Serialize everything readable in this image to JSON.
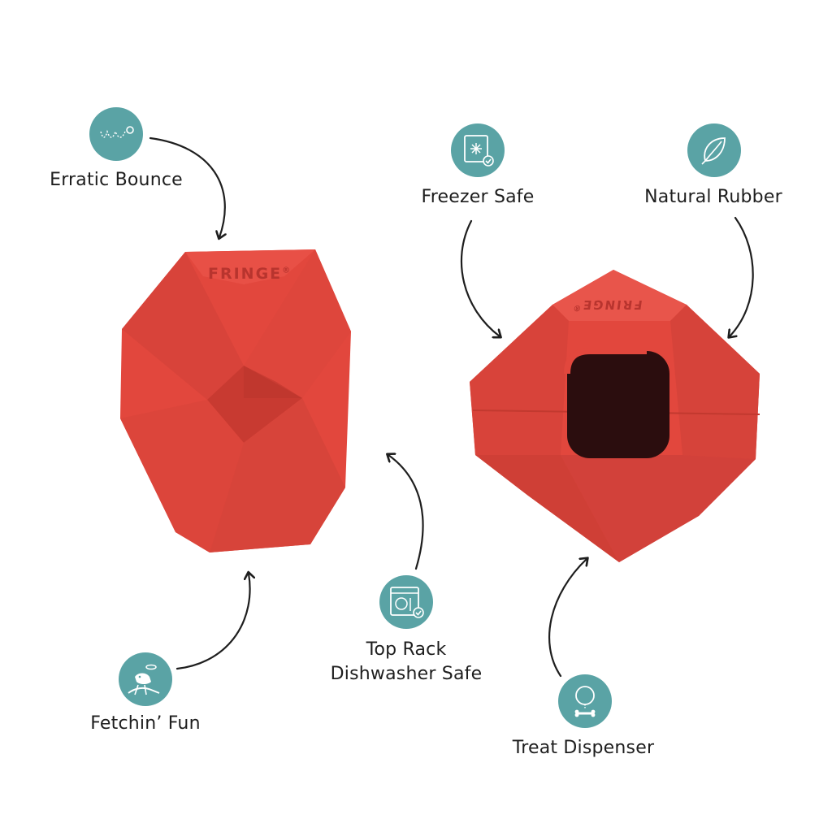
{
  "brand": {
    "name": "FRINGE",
    "registered": "®"
  },
  "colors": {
    "toy_red": "#e2473d",
    "toy_red_dark": "#c83a31",
    "icon_teal": "#5aa3a5",
    "label_text": "#1e1e1e"
  },
  "features": [
    {
      "label": "Erratic Bounce",
      "icon": "bounce-path-icon"
    },
    {
      "label": "Freezer Safe",
      "icon": "freezer-icon"
    },
    {
      "label": "Natural Rubber",
      "icon": "leaf-icon"
    },
    {
      "label_line1": "Top Rack",
      "label_line2": "Dishwasher Safe",
      "icon": "dishwasher-icon"
    },
    {
      "label": "Fetchin’ Fun",
      "icon": "dog-fetch-icon"
    },
    {
      "label": "Treat Dispenser",
      "icon": "treat-bone-icon"
    }
  ]
}
